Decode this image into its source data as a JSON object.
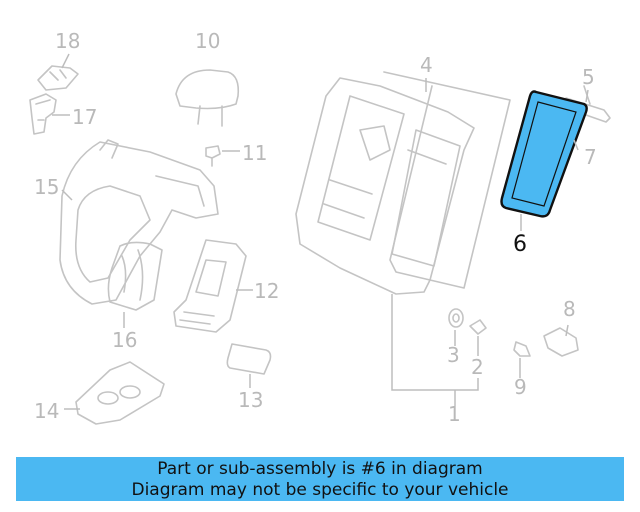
{
  "diagram": {
    "callouts": [
      {
        "id": "18",
        "label": "18"
      },
      {
        "id": "17",
        "label": "17"
      },
      {
        "id": "10",
        "label": "10"
      },
      {
        "id": "4",
        "label": "4"
      },
      {
        "id": "5",
        "label": "5"
      },
      {
        "id": "11",
        "label": "11"
      },
      {
        "id": "15",
        "label": "15"
      },
      {
        "id": "7",
        "label": "7"
      },
      {
        "id": "6",
        "label": "6"
      },
      {
        "id": "12",
        "label": "12"
      },
      {
        "id": "16",
        "label": "16"
      },
      {
        "id": "8",
        "label": "8"
      },
      {
        "id": "3",
        "label": "3"
      },
      {
        "id": "2",
        "label": "2"
      },
      {
        "id": "9",
        "label": "9"
      },
      {
        "id": "13",
        "label": "13"
      },
      {
        "id": "14",
        "label": "14"
      },
      {
        "id": "1",
        "label": "1"
      }
    ],
    "highlighted_part": "6",
    "highlight_color": "#4bb8f2",
    "muted_color": "#c4c4c4"
  },
  "banner": {
    "line1": "Part or sub-assembly is #6 in diagram",
    "line2": "Diagram may not be specific to your vehicle",
    "background": "#4bb8f2"
  }
}
